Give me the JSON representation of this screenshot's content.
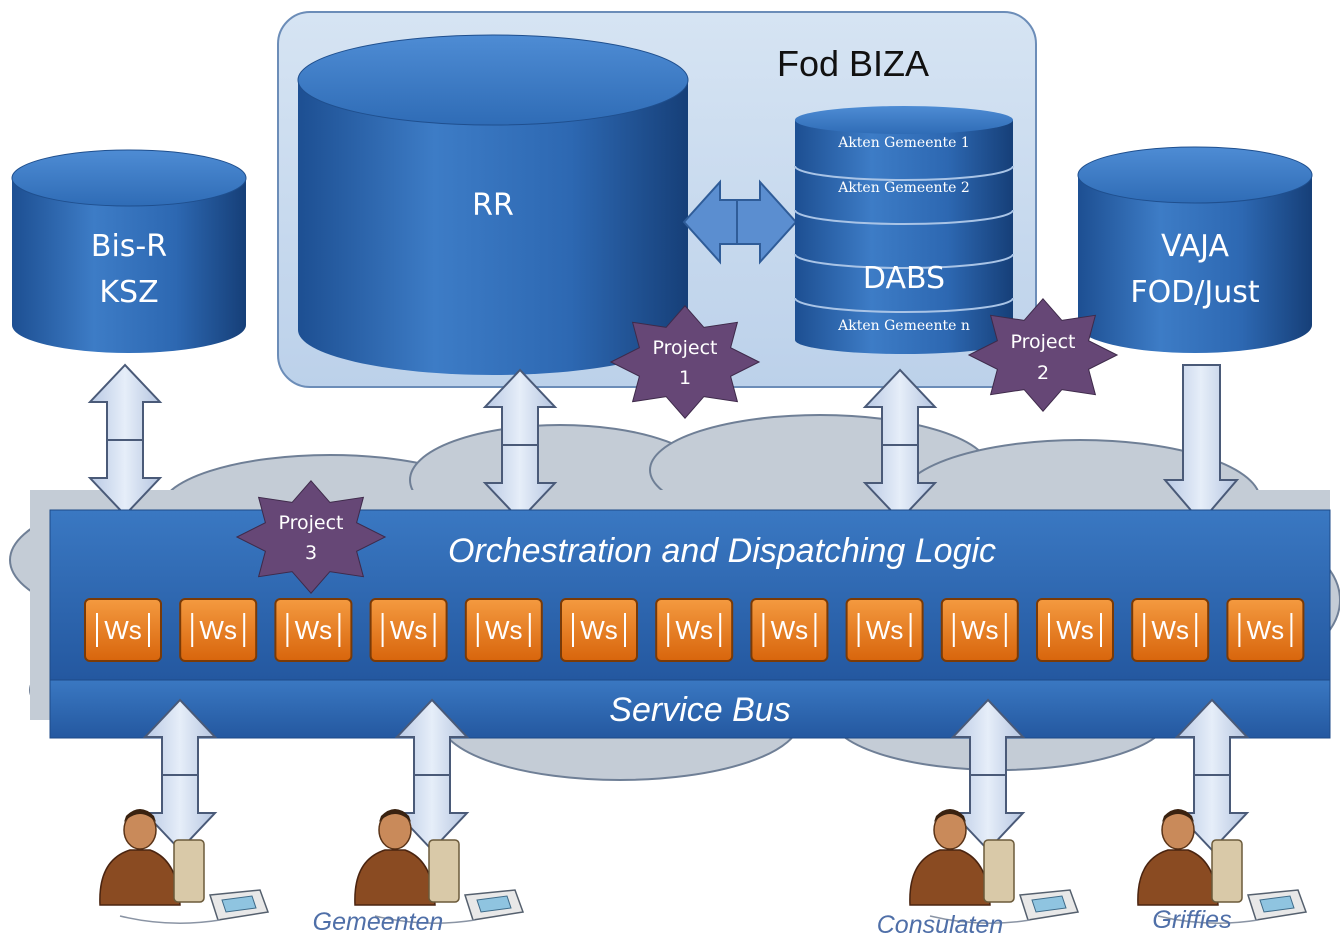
{
  "fod_biza": {
    "title": "Fod BIZA"
  },
  "databases": {
    "bis_r": {
      "line1": "Bis-R",
      "line2": "KSZ"
    },
    "rr": {
      "label": "RR"
    },
    "vaja": {
      "line1": "VAJA",
      "line2": "FOD/Just"
    }
  },
  "dabs": {
    "title": "DABS",
    "disks": [
      "Akten Gemeente 1",
      "Akten Gemeente 2",
      "",
      "",
      "Akten Gemeente n"
    ]
  },
  "projects": [
    {
      "line1": "Project",
      "line2": "1"
    },
    {
      "line1": "Project",
      "line2": "2"
    },
    {
      "line1": "Project",
      "line2": "3"
    }
  ],
  "orchestration": {
    "label": "Orchestration and Dispatching Logic"
  },
  "webservices": {
    "label": "Ws",
    "count": 13
  },
  "service_bus": {
    "label": "Service Bus"
  },
  "users": [
    "Gemeenten",
    "Consulaten",
    "Griffies"
  ],
  "colors": {
    "db_blue": "#2e6cb4",
    "bus_blue": "#2d66b0",
    "ws_orange": "#ee7d1a",
    "star_purple": "#664776",
    "cloud": "#c4ccd6",
    "panel": "#c9dbef"
  }
}
